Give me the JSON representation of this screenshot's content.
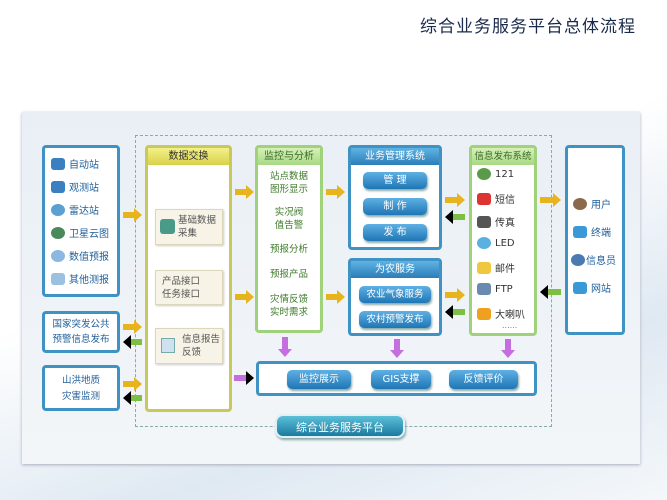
{
  "title": "综合业务服务平台总体流程",
  "sources": {
    "stations": [
      "自动站",
      "观测站",
      "雷达站",
      "卫星云图",
      "数值预报",
      "其他测报"
    ],
    "public_warning": [
      "国家突发公共",
      "预警信息发布"
    ],
    "disaster": [
      "山洪地质",
      "灾害监测"
    ]
  },
  "exchange": {
    "header": "数据交换",
    "basic": [
      "基础数据",
      "采集"
    ],
    "iface": [
      "产品接口",
      "任务接口"
    ],
    "report": [
      "信息报告",
      "反馈"
    ]
  },
  "monitor": {
    "header": "监控与分析",
    "items": [
      [
        "站点数据",
        "图形显示"
      ],
      [
        "实况阀",
        "值告警"
      ],
      [
        "预报分析"
      ],
      [
        "预报产品"
      ],
      [
        "灾情反馈",
        "实时需求"
      ]
    ]
  },
  "biz": {
    "header": "业务管理系统",
    "buttons": [
      "管 理",
      "制 作",
      "发 布"
    ]
  },
  "agri": {
    "header": "为农服务",
    "buttons": [
      "农业气象服务",
      "农村预警发布"
    ]
  },
  "publish": {
    "header": "信息发布系统",
    "items": [
      "121",
      "短信",
      "传真",
      "LED",
      "邮件",
      "FTP",
      "大喇叭",
      "......"
    ]
  },
  "users": {
    "items": [
      "用户",
      "终端",
      "信息员",
      "网站"
    ]
  },
  "bottom": {
    "buttons": [
      "监控展示",
      "GIS支撑",
      "反馈评价"
    ]
  },
  "platform": "综合业务服务平台",
  "colors": {
    "blue": "#3f93c4",
    "green": "#9fd27a",
    "yellow": "#e8b41e",
    "purple": "#c56ee0"
  }
}
